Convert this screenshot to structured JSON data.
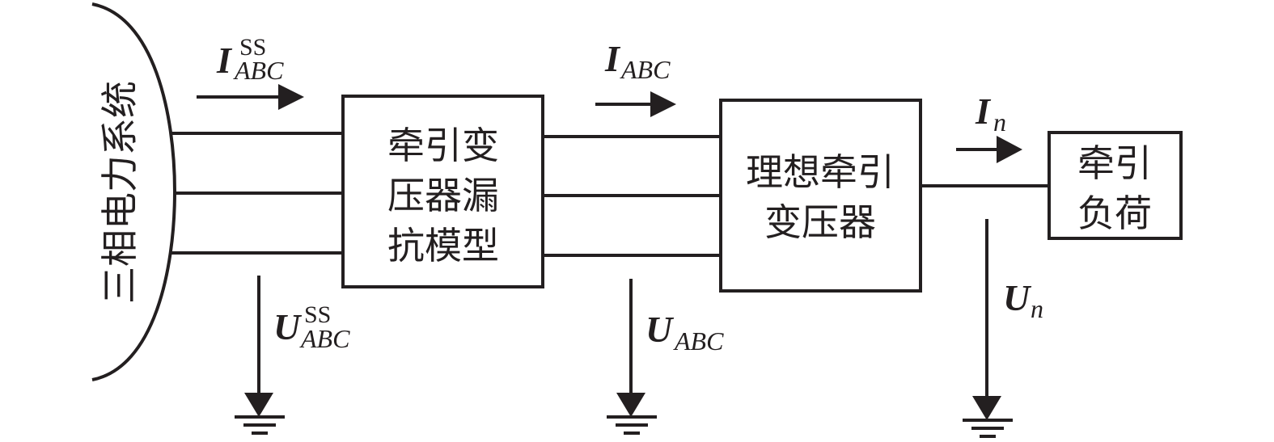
{
  "diagram": {
    "source": {
      "label": "三相电力系统"
    },
    "blocks": {
      "leakage_model": {
        "lines": [
          "牵引变",
          "压器漏",
          "抗模型"
        ]
      },
      "ideal_transformer": {
        "lines": [
          "理想牵引",
          "变压器"
        ]
      },
      "load": {
        "lines": [
          "牵引",
          "负荷"
        ]
      }
    },
    "currents": {
      "i_ss": {
        "main": "I",
        "sub": "ABC",
        "sup": "SS"
      },
      "i_abc": {
        "main": "I",
        "sub": "ABC"
      },
      "i_n": {
        "main": "I",
        "sub": "n"
      }
    },
    "voltages": {
      "u_ss": {
        "main": "U",
        "sub": "ABC",
        "sup": "SS"
      },
      "u_abc": {
        "main": "U",
        "sub": "ABC"
      },
      "u_n": {
        "main": "U",
        "sub": "n"
      }
    },
    "colors": {
      "stroke": "#231f20",
      "background": "#ffffff"
    }
  }
}
